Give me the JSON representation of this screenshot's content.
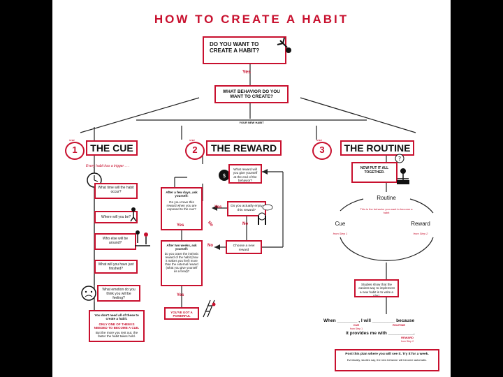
{
  "title": "HOW TO CREATE A HABIT",
  "start": {
    "question": "DO YOU WANT TO CREATE A HABIT?",
    "yes": "Yes"
  },
  "behavior": {
    "question": "WHAT BEHAVIOR DO YOU WANT TO CREATE?",
    "note": "YOUR NEW HABIT"
  },
  "steps": [
    {
      "word": "STEP",
      "number": "1",
      "title": "THE CUE"
    },
    {
      "word": "STEP",
      "number": "2",
      "title": "THE REWARD"
    },
    {
      "word": "STEP",
      "number": "3",
      "title": "THE ROUTINE"
    }
  ],
  "cue": {
    "intro": "Every habit has a trigger . . .",
    "q1": "What time will the habit occur?",
    "q2": "Where will you be?",
    "q3": "Who else will be around?",
    "q4": "What will you have just finished?",
    "q5": "What emotion do you think you will be feeling?",
    "note1": "You don't need all of these to create a habit.",
    "note2": "ONLY ONE OF THEM IS NEEDED TO BECOME A CUE.",
    "note3": "But the more you test out, the faster the habit takes hold."
  },
  "reward": {
    "q1": "What reward will you give yourself at the end of the behavior?",
    "days_title": "After a few days, ask yourself:",
    "days_text": "Do you crave this reward when you are exposed to the cue?",
    "enjoy": "Do you actually enjoy this reward?",
    "weeks_title": "After two weeks, ask yourself:",
    "weeks_text": "do you crave the intrinsic reward of the habit (how it makes you feel) more than the external reward (what you give yourself as a treat)?",
    "choose": "Choose a new reward",
    "result": "YOU'VE GOT A POWERFUL HABIT!",
    "yes": "Yes",
    "no": "No"
  },
  "routine": {
    "together": "NOW PUT IT ALL TOGETHER.",
    "routine_label": "Routine",
    "routine_sub": "This is the behavior you want to become a habit",
    "cue_label": "Cue",
    "cue_sub": "from Step 1",
    "reward_label": "Reward",
    "reward_sub": "from Step 2",
    "studies": "Studies show that the easiest way to implement a new habit is to write a plan:",
    "plan_when": "When",
    "plan_will": ", I will",
    "plan_because": "because",
    "plan_cue": "CUE",
    "plan_cue_sub": "from Step 1",
    "plan_routine": "ROUTINE",
    "plan_provides": "it provides me with",
    "plan_reward": "REWARD",
    "plan_reward_sub": "from Step 2",
    "post": "Post this plan where you will see it. Try it for a week.",
    "post_sub": "Eventually, studies say, the new behavior will become automatic."
  },
  "colors": {
    "accent": "#c8102e",
    "frame": "#000000",
    "ink": "#111111"
  }
}
